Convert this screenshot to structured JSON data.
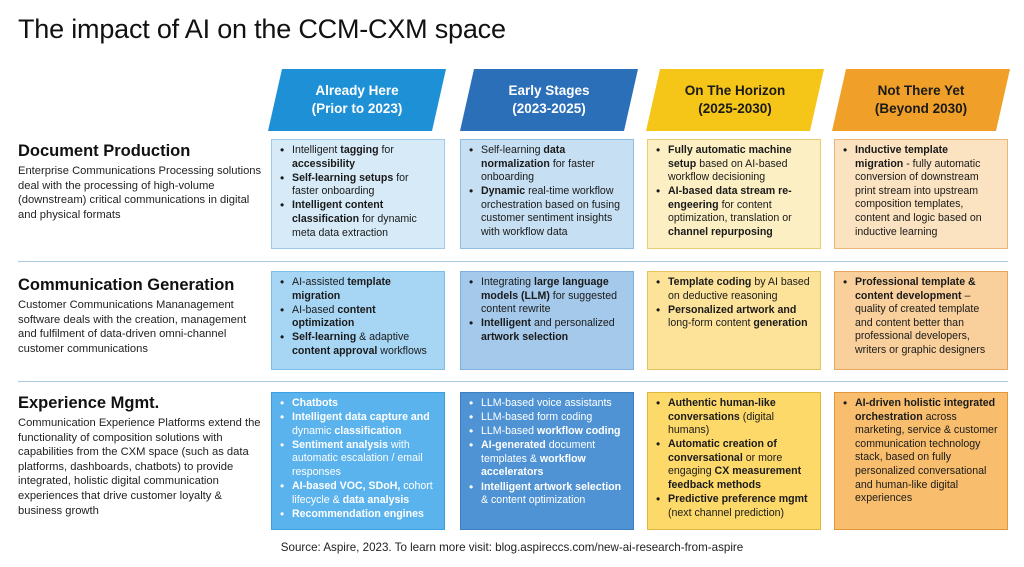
{
  "title": "The impact of AI on the CCM-CXM space",
  "columns": [
    {
      "line1": "Already Here",
      "line2": "(Prior to 2023)",
      "color": "#1e90d6",
      "text_color": "#ffffff"
    },
    {
      "line1": "Early Stages",
      "line2": "(2023-2025)",
      "color": "#2a6fb8",
      "text_color": "#ffffff"
    },
    {
      "line1": "On The Horizon",
      "line2": "(2025-2030)",
      "color": "#f5c518",
      "text_color": "#1a1a1a"
    },
    {
      "line1": "Not There Yet",
      "line2": "(Beyond 2030)",
      "color": "#f0a028",
      "text_color": "#1a1a1a"
    }
  ],
  "rows": [
    {
      "heading": "Document Production",
      "description": "Enterprise Communications Processing solutions deal with the processing of high-volume (downstream) critical communications in digital and physical formats",
      "cells": [
        [
          [
            {
              "t": "Intelligent "
            },
            {
              "t": "tagging",
              "b": true
            },
            {
              "t": " for "
            },
            {
              "t": "accessibility",
              "b": true
            }
          ],
          [
            {
              "t": "Self-learning setups",
              "b": true
            },
            {
              "t": " for faster onboarding"
            }
          ],
          [
            {
              "t": "Intelligent content classification",
              "b": true
            },
            {
              "t": " for dynamic meta data extraction"
            }
          ]
        ],
        [
          [
            {
              "t": "Self-learning "
            },
            {
              "t": "data normalization",
              "b": true
            },
            {
              "t": " for faster onboarding"
            }
          ],
          [
            {
              "t": "Dynamic",
              "b": true
            },
            {
              "t": " real-time workflow orchestration based on fusing customer sentiment insights with workflow data"
            }
          ]
        ],
        [
          [
            {
              "t": "Fully automatic machine setup",
              "b": true
            },
            {
              "t": " based on AI-based workflow decisioning"
            }
          ],
          [
            {
              "t": "AI-based data stream re-engeering",
              "b": true
            },
            {
              "t": " for content optimization, translation or "
            },
            {
              "t": "channel repurposing",
              "b": true
            }
          ]
        ],
        [
          [
            {
              "t": "Inductive template migration",
              "b": true
            },
            {
              "t": " - fully automatic conversion of downstream print stream into upstream composition templates, content and logic based on inductive learning"
            }
          ]
        ]
      ]
    },
    {
      "heading": "Communication Generation",
      "description": "Customer Communications Mananagement software deals with the creation, management and fulfilment of data-driven omni-channel customer communications",
      "cells": [
        [
          [
            {
              "t": "AI-assisted "
            },
            {
              "t": "template migration",
              "b": true
            }
          ],
          [
            {
              "t": "AI-based "
            },
            {
              "t": "content optimization",
              "b": true
            }
          ],
          [
            {
              "t": "Self-learning",
              "b": true
            },
            {
              "t": " & adaptive "
            },
            {
              "t": "content approval",
              "b": true
            },
            {
              "t": " workflows"
            }
          ]
        ],
        [
          [
            {
              "t": "Integrating "
            },
            {
              "t": "large language models (LLM)",
              "b": true
            },
            {
              "t": " for suggested content rewrite"
            }
          ],
          [
            {
              "t": "Intelligent",
              "b": true
            },
            {
              "t": " and personalized "
            },
            {
              "t": "artwork selection",
              "b": true
            }
          ]
        ],
        [
          [
            {
              "t": "Template coding",
              "b": true
            },
            {
              "t": " by AI based on deductive reasoning"
            }
          ],
          [
            {
              "t": "Personalized artwork and",
              "b": true
            },
            {
              "t": " long-form content "
            },
            {
              "t": "generation",
              "b": true
            }
          ]
        ],
        [
          [
            {
              "t": "Professional template & content development",
              "b": true
            },
            {
              "t": " – quality of created template and content better than professional developers, writers or graphic designers"
            }
          ]
        ]
      ]
    },
    {
      "heading": "Experience Mgmt.",
      "description": "Communication Experience Platforms extend the functionality of composition solutions with capabilities from the CXM space (such as data platforms, dashboards, chatbots) to provide integrated, holistic digital communication experiences that drive customer loyalty & business growth",
      "cells": [
        [
          [
            {
              "t": "Chatbots",
              "b": true
            }
          ],
          [
            {
              "t": "Intelligent data capture and",
              "b": true
            },
            {
              "t": " dynamic "
            },
            {
              "t": "classification",
              "b": true
            }
          ],
          [
            {
              "t": "Sentiment analysis",
              "b": true
            },
            {
              "t": " with automatic escalation / email responses"
            }
          ],
          [
            {
              "t": "AI-based VOC, SDoH,",
              "b": true
            },
            {
              "t": " cohort lifecycle & "
            },
            {
              "t": "data analysis",
              "b": true
            }
          ],
          [
            {
              "t": "Recommendation engines",
              "b": true
            }
          ]
        ],
        [
          [
            {
              "t": "LLM-based voice assistants"
            }
          ],
          [
            {
              "t": "LLM-based form coding"
            }
          ],
          [
            {
              "t": "LLM-based "
            },
            {
              "t": "workflow coding",
              "b": true
            }
          ],
          [
            {
              "t": "AI-generated",
              "b": true
            },
            {
              "t": " document templates & "
            },
            {
              "t": "workflow accelerators",
              "b": true
            }
          ],
          [
            {
              "t": "Intelligent artwork selection",
              "b": true
            },
            {
              "t": " & content optimization"
            }
          ]
        ],
        [
          [
            {
              "t": "Authentic human-like conversations",
              "b": true
            },
            {
              "t": " (digital humans)"
            }
          ],
          [
            {
              "t": "Automatic creation of conversational",
              "b": true
            },
            {
              "t": " or more engaging "
            },
            {
              "t": "CX measurement feedback methods",
              "b": true
            }
          ],
          [
            {
              "t": "Predictive preference mgmt",
              "b": true
            },
            {
              "t": " (next channel prediction)"
            }
          ]
        ],
        [
          [
            {
              "t": "AI-driven holistic integrated orchestration",
              "b": true
            },
            {
              "t": " across marketing, service & customer communication technology stack, based on fully personalized conversational and human-like digital experiences"
            }
          ]
        ]
      ]
    }
  ],
  "footer": "Source: Aspire, 2023. To learn more visit: blog.aspireccs.com/new-ai-research-from-aspire"
}
